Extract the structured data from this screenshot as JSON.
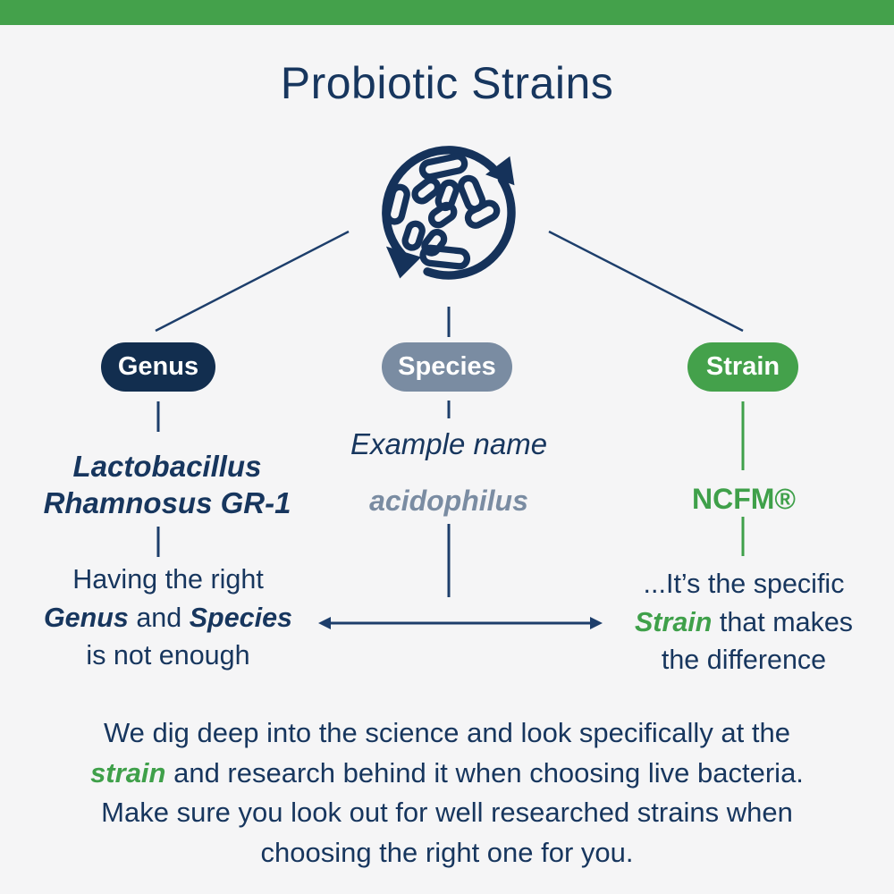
{
  "header": {
    "title": "Probiotic Strains"
  },
  "icon": {
    "name": "probiotics-cycle-icon"
  },
  "columns": {
    "genus": {
      "pill_label": "Genus",
      "example_line1": "Lactobacillus",
      "example_line2": "Rhamnosus GR-1",
      "caption_line1": "Having the right",
      "caption_bold1": "Genus",
      "caption_mid": " and ",
      "caption_bold2": "Species",
      "caption_line3": "is not enough"
    },
    "species": {
      "pill_label": "Species",
      "example_label": "Example name",
      "example_name": "acidophilus"
    },
    "strain": {
      "pill_label": "Strain",
      "example_name": "NCFM®",
      "caption_line1": "...It’s the specific",
      "caption_bold1": "Strain",
      "caption_rest1": " that makes",
      "caption_line3": "the difference"
    }
  },
  "footer": {
    "line1": "We dig deep into the science and look specifically at the",
    "strain_word": "strain",
    "line2_rest": " and research behind it when choosing live bacteria.",
    "line3": "Make sure you look out for well researched strains when",
    "line4": "choosing the right one for you."
  },
  "colors": {
    "accent_green": "#44a14b",
    "navy_text": "#17365e",
    "navy_pill": "#122e4f",
    "slate": "#7a8ca2",
    "background": "#f5f5f6"
  }
}
